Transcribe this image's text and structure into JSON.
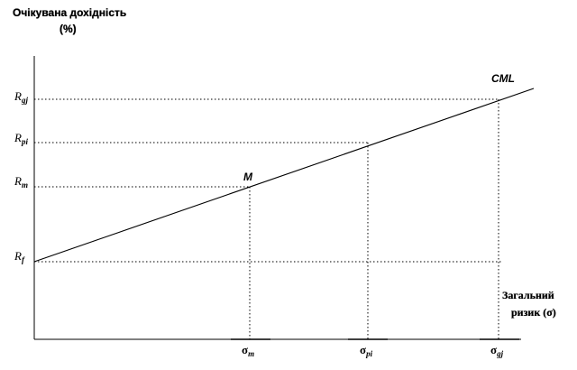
{
  "y_axis": {
    "title_line1": "Очікувана дохідність",
    "title_line2": "(%)"
  },
  "x_axis": {
    "title_line1": "Загальний",
    "title_line2": "ризик (σ)"
  },
  "y_ticks": [
    {
      "sym": "R",
      "sub": "gj"
    },
    {
      "sym": "R",
      "sub": "pi"
    },
    {
      "sym": "R",
      "sub": "m"
    },
    {
      "sym": "R",
      "sub": "f"
    }
  ],
  "x_ticks": [
    {
      "sym": "σ",
      "sub": "m"
    },
    {
      "sym": "σ",
      "sub": "pi"
    },
    {
      "sym": "σ",
      "sub": "gj"
    }
  ],
  "points": {
    "market": "M",
    "line": "CML"
  },
  "colors": {
    "ink": "#000000",
    "background": "#ffffff"
  }
}
